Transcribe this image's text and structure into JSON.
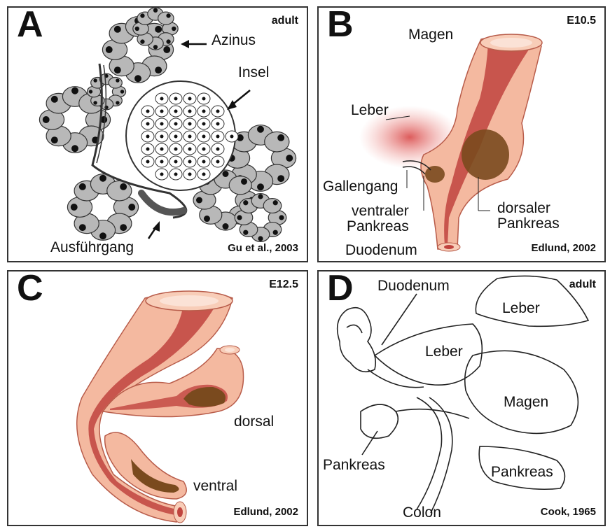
{
  "panels": {
    "A": {
      "letter": "A",
      "stage": "adult",
      "citation": "Gu et al., 2003",
      "labels": {
        "acinus": "Azinus",
        "islet": "Insel",
        "duct": "Ausführgang"
      }
    },
    "B": {
      "letter": "B",
      "stage": "E10.5",
      "citation": "Edlund, 2002",
      "labels": {
        "stomach": "Magen",
        "liver": "Leber",
        "bile_duct": "Gallengang",
        "ventral_1": "ventraler",
        "ventral_2": "Pankreas",
        "dorsal_1": "dorsaler",
        "dorsal_2": "Pankreas",
        "duodenum": "Duodenum"
      }
    },
    "C": {
      "letter": "C",
      "stage": "E12.5",
      "citation": "Edlund, 2002",
      "labels": {
        "dorsal": "dorsal",
        "ventral": "ventral"
      }
    },
    "D": {
      "letter": "D",
      "stage": "adult",
      "citation": "Cook, 1965",
      "labels": {
        "duodenum": "Duodenum",
        "liver_top": "Leber",
        "liver_mid": "Leber",
        "stomach": "Magen",
        "pancreas_left": "Pankreas",
        "pancreas_right": "Pankreas",
        "colon": "Colon"
      }
    }
  },
  "colors": {
    "tissue_outer": "#f4b9a0",
    "tissue_mid": "#e78c7c",
    "lumen": "#b8322e",
    "bud": "#7a4a1e",
    "liver": "#d94a4a",
    "acinus_cell": "#b8b8b8",
    "nucleus": "#111111"
  }
}
